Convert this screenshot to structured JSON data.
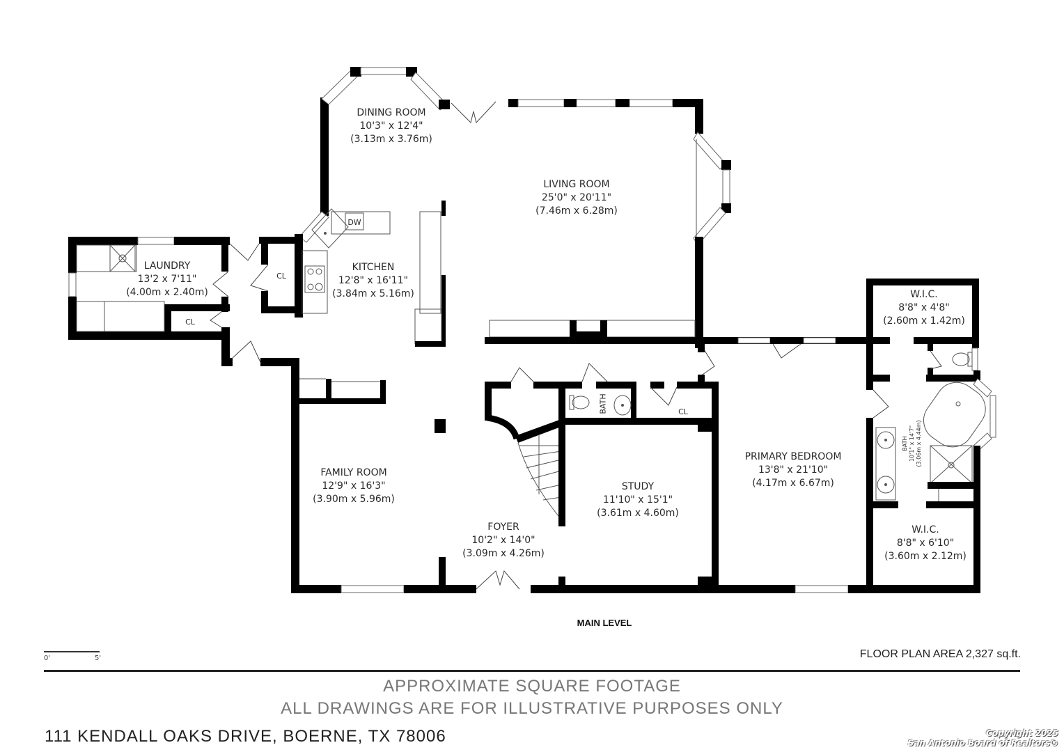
{
  "plan": {
    "level_label": "MAIN LEVEL",
    "floor_plan_area": "FLOOR PLAN AREA 2,327 sq.ft.",
    "scale": {
      "start": "0'",
      "end": "5'"
    },
    "rooms": [
      {
        "name": "DINING ROOM",
        "dims_imperial": "10'3\" x 12'4\"",
        "dims_metric": "(3.13m x 3.76m)"
      },
      {
        "name": "LIVING ROOM",
        "dims_imperial": "25'0\" x 20'11\"",
        "dims_metric": "(7.46m x 6.28m)"
      },
      {
        "name": "KITCHEN",
        "dims_imperial": "12'8\" x 16'11\"",
        "dims_metric": "(3.84m x 5.16m)"
      },
      {
        "name": "LAUNDRY",
        "dims_imperial": "13'2 x 7'11\"",
        "dims_metric": "(4.00m x 2.40m)"
      },
      {
        "name": "FAMILY ROOM",
        "dims_imperial": "12'9\" x 16'3\"",
        "dims_metric": "(3.90m x 5.96m)"
      },
      {
        "name": "FOYER",
        "dims_imperial": "10'2\" x 14'0\"",
        "dims_metric": "(3.09m x 4.26m)"
      },
      {
        "name": "STUDY",
        "dims_imperial": "11'10\" x 15'1\"",
        "dims_metric": "(3.61m x 4.60m)"
      },
      {
        "name": "PRIMARY BEDROOM",
        "dims_imperial": "13'8\" x 21'10\"",
        "dims_metric": "(4.17m x 6.67m)"
      },
      {
        "name": "W.I.C.",
        "dims_imperial": "8'8\" x 4'8\"",
        "dims_metric": "(2.60m x 1.42m)"
      },
      {
        "name": "W.I.C.",
        "dims_imperial": "8'8\" x 6'10\"",
        "dims_metric": "(3.60m x 2.12m)"
      },
      {
        "name": "BATH",
        "dims_imperial": "10'1\" x 14'7\"",
        "dims_metric": "(3.06m x 4.44m)"
      }
    ],
    "small_labels": {
      "dw": "DW",
      "cl_laundry": "CL",
      "cl_hall": "CL",
      "cl_study": "CL",
      "half_bath": "BATH"
    }
  },
  "footer": {
    "disclaimer_line1": "APPROXIMATE SQUARE FOOTAGE",
    "disclaimer_line2": "ALL DRAWINGS ARE FOR ILLUSTRATIVE PURPOSES ONLY",
    "address": "111 KENDALL OAKS DRIVE, BOERNE, TX 78006",
    "copyright_line1": "Copyright 2025",
    "copyright_line2": "San Antonio Board of Realtors®"
  }
}
